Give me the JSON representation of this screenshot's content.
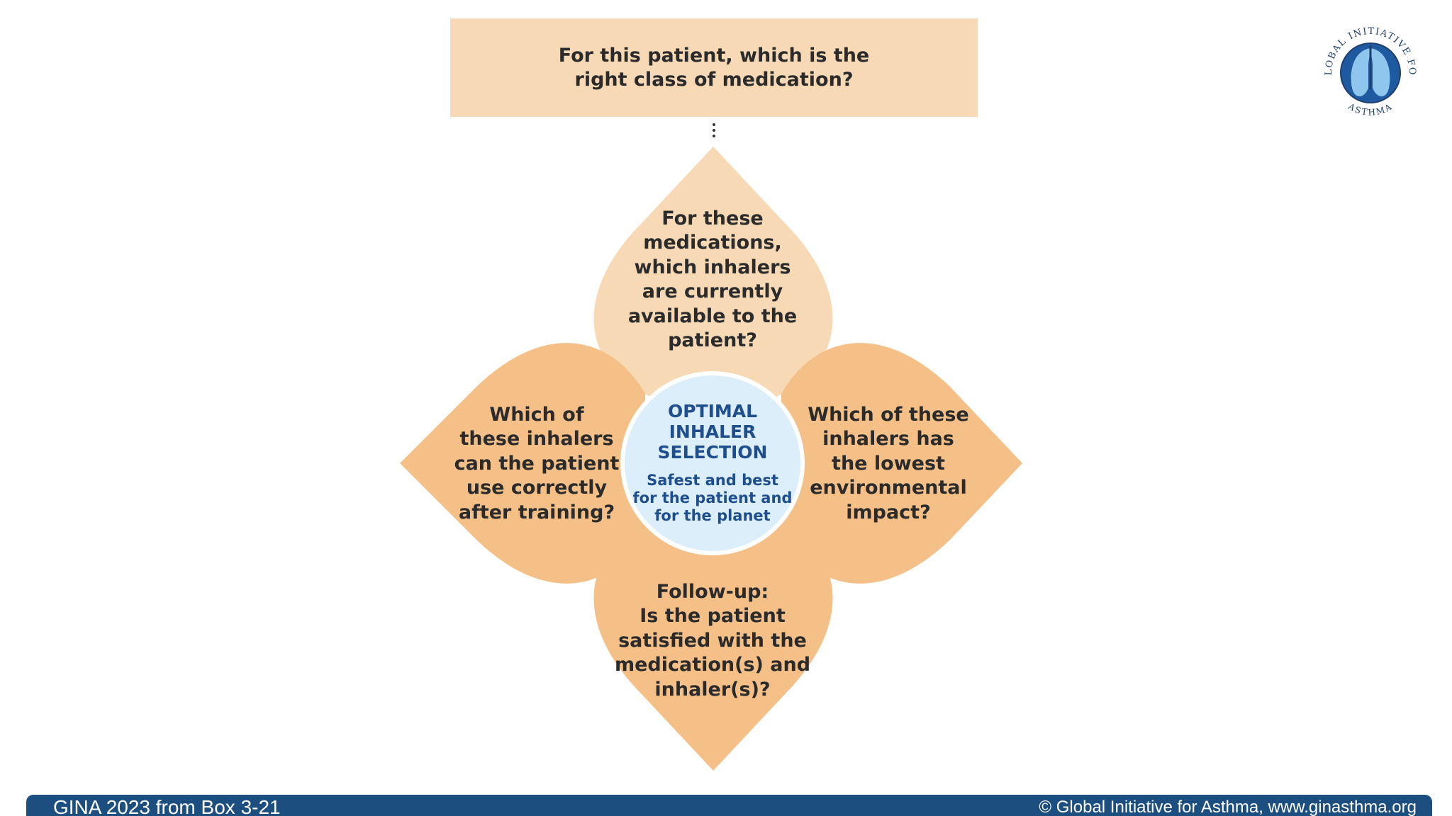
{
  "top_question": "For this patient, which is the\nright class of medication?",
  "petals": {
    "top": "For these\nmedications,\nwhich inhalers\nare currently\navailable to the\npatient?",
    "left": "Which of\nthese inhalers\ncan the patient\nuse correctly\nafter training?",
    "right": "Which of these\ninhalers has\nthe lowest\nenvironmental\nimpact?",
    "bottom": "Follow-up:\nIs the patient\nsatisfied with the\nmedication(s) and\ninhaler(s)?"
  },
  "center": {
    "title": "OPTIMAL\nINHALER\nSELECTION",
    "subtitle": "Safest and best\nfor the patient and\nfor the planet"
  },
  "logo": {
    "ring_text_top": "GLOBAL INITIATIVE FOR",
    "ring_text_bottom": "ASTHMA"
  },
  "footer": {
    "left": "GINA 2023 from Box 3-21",
    "right": "© Global Initiative for Asthma, www.ginasthma.org"
  },
  "colors": {
    "top_box": "#f8d9b5",
    "petal_top": "#f8d9b5",
    "petal_other": "#f5c088",
    "center_fill": "#dbeefa",
    "center_text": "#1f4e8c",
    "footer_bar": "#1c4e80"
  }
}
